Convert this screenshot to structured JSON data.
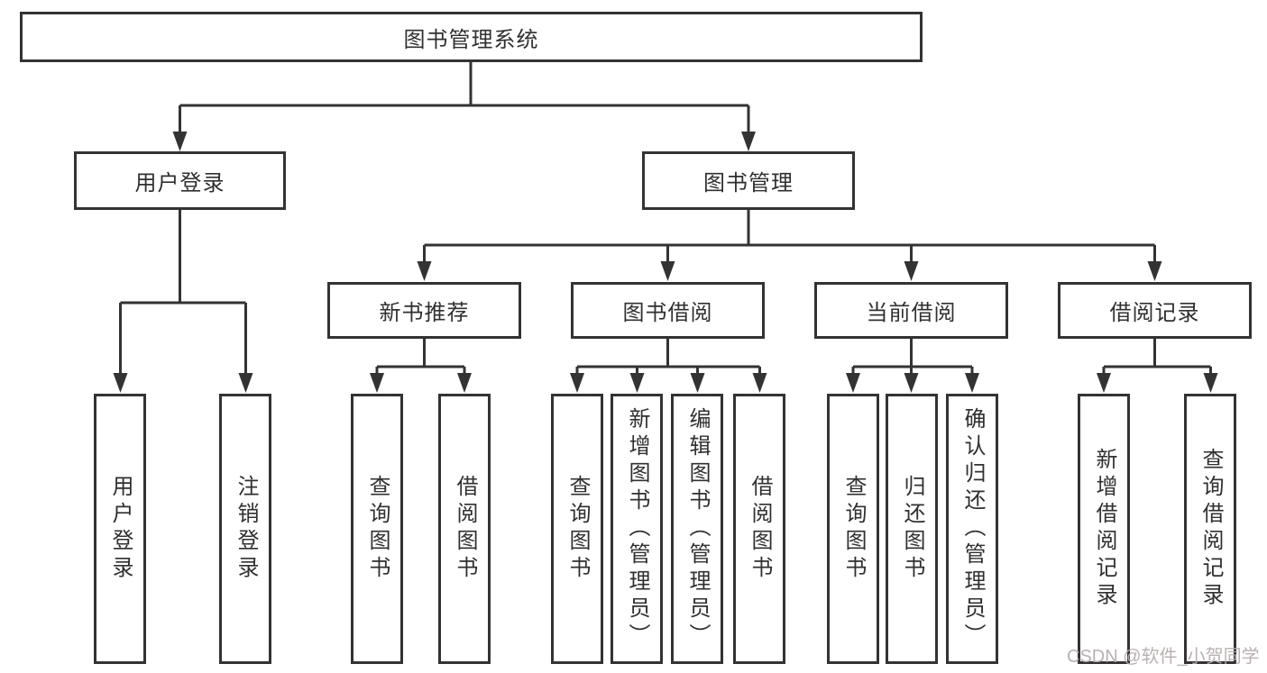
{
  "diagram": {
    "root": {
      "label": "图书管理系统"
    },
    "branches": [
      {
        "label": "用户登录",
        "children": [
          {
            "label": "用户登录"
          },
          {
            "label": "注销登录"
          }
        ]
      },
      {
        "label": "图书管理",
        "children": [
          {
            "label": "新书推荐",
            "children": [
              {
                "label": "查询图书"
              },
              {
                "label": "借阅图书"
              }
            ]
          },
          {
            "label": "图书借阅",
            "children": [
              {
                "label": "查询图书"
              },
              {
                "label": "新增图书（管理员）"
              },
              {
                "label": "编辑图书（管理员）"
              },
              {
                "label": "借阅图书"
              }
            ]
          },
          {
            "label": "当前借阅",
            "children": [
              {
                "label": "查询图书"
              },
              {
                "label": "归还图书"
              },
              {
                "label": "确认归还（管理员）"
              }
            ]
          },
          {
            "label": "借阅记录",
            "children": [
              {
                "label": "新增借阅记录"
              },
              {
                "label": "查询借阅记录"
              }
            ]
          }
        ]
      }
    ]
  },
  "watermark": {
    "text": "CSDN @软件_小贺同学"
  },
  "colors": {
    "line": "#333333",
    "text": "#303030",
    "background": "#ffffff",
    "watermark": "#b6adad"
  }
}
